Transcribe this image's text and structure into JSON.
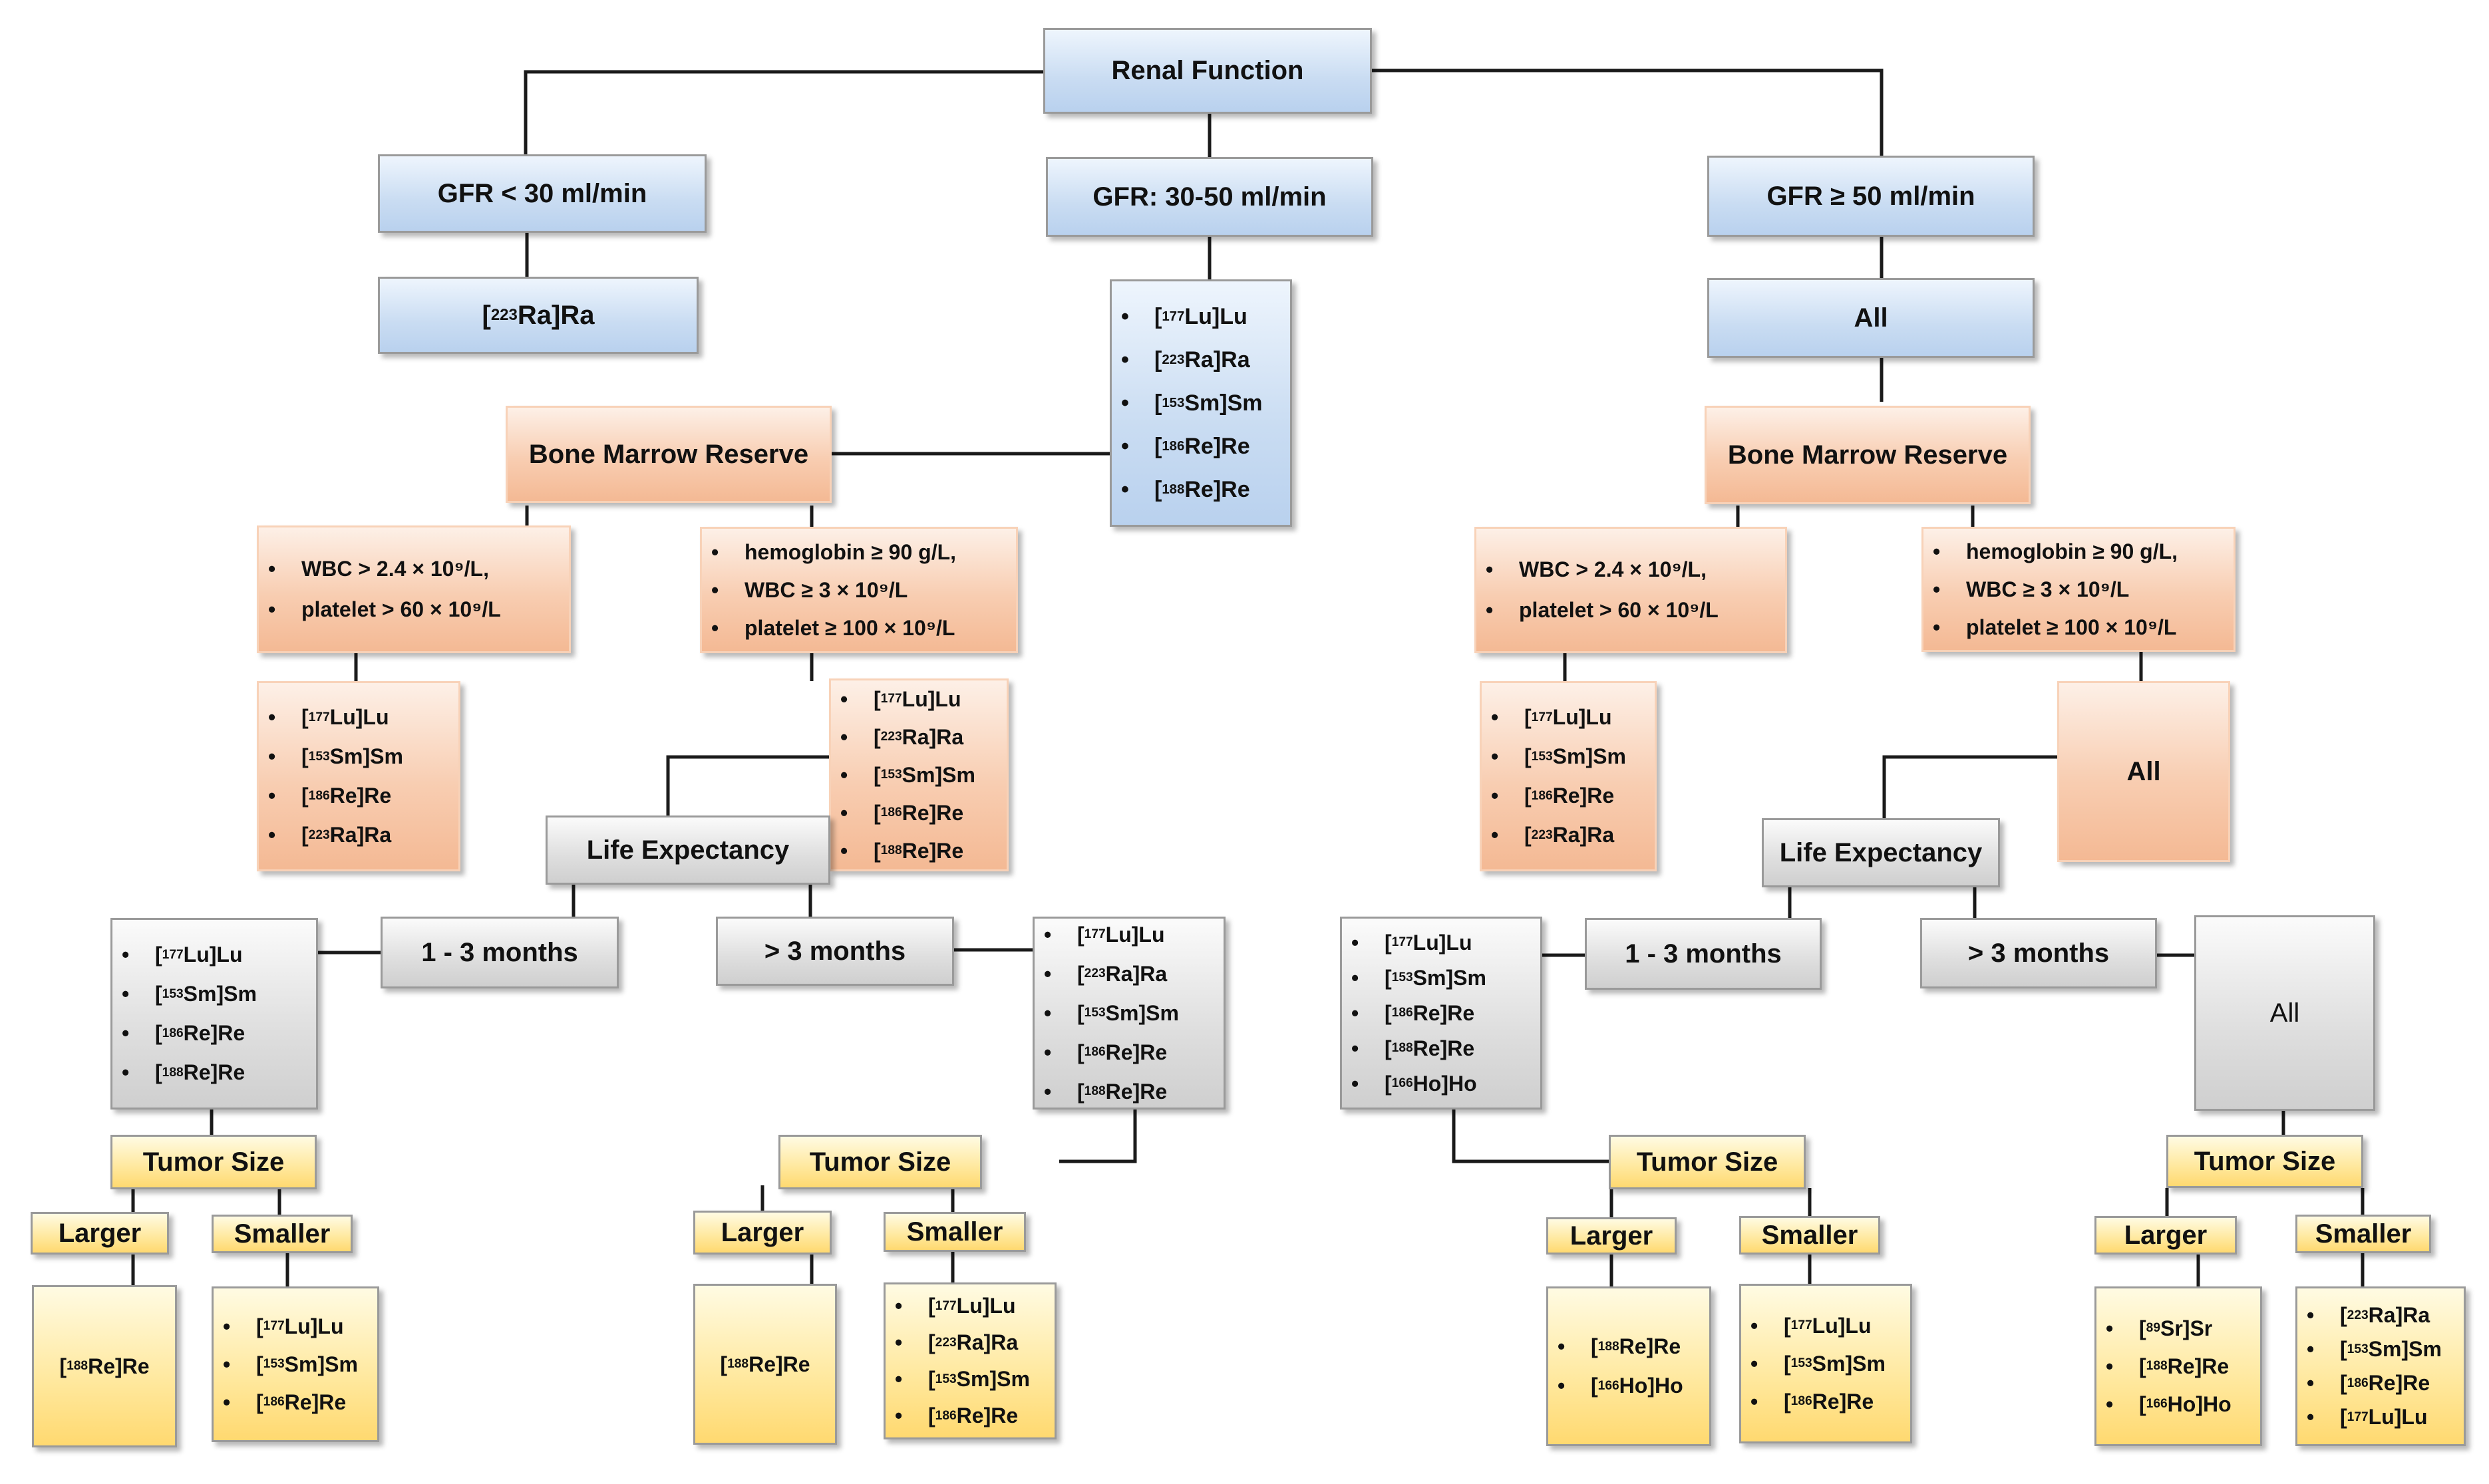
{
  "renal_function": "Renal Function",
  "gfr_low": {
    "label": "GFR < 30 ml/min",
    "agent": {
      "mass": "223",
      "el": "Ra",
      "sym": "Ra"
    }
  },
  "gfr_mid": {
    "label": "GFR: 30-50 ml/min",
    "agents": [
      {
        "mass": "177",
        "el": "Lu",
        "sym": "Lu"
      },
      {
        "mass": "223",
        "el": "Ra",
        "sym": "Ra"
      },
      {
        "mass": "153",
        "el": "Sm",
        "sym": "Sm"
      },
      {
        "mass": "186",
        "el": "Re",
        "sym": "Re"
      },
      {
        "mass": "188",
        "el": "Re",
        "sym": "Re"
      }
    ],
    "bone_marrow": {
      "title": "Bone Marrow Reserve",
      "low": {
        "criteria": [
          "WBC > 2.4 × 10⁹/L,",
          "platelet > 60 × 10⁹/L"
        ],
        "agents": [
          {
            "mass": "177",
            "el": "Lu",
            "sym": "Lu"
          },
          {
            "mass": "153",
            "el": "Sm",
            "sym": "Sm"
          },
          {
            "mass": "186",
            "el": "Re",
            "sym": "Re"
          },
          {
            "mass": "223",
            "el": "Ra",
            "sym": "Ra"
          }
        ]
      },
      "high": {
        "criteria": [
          "hemoglobin ≥ 90 g/L,",
          "WBC ≥ 3 × 10⁹/L",
          "platelet ≥ 100 × 10⁹/L"
        ],
        "agents": [
          {
            "mass": "177",
            "el": "Lu",
            "sym": "Lu"
          },
          {
            "mass": "223",
            "el": "Ra",
            "sym": "Ra"
          },
          {
            "mass": "153",
            "el": "Sm",
            "sym": "Sm"
          },
          {
            "mass": "186",
            "el": "Re",
            "sym": "Re"
          },
          {
            "mass": "188",
            "el": "Re",
            "sym": "Re"
          }
        ]
      }
    },
    "life_expectancy": {
      "title": "Life Expectancy",
      "short": {
        "label": "1 - 3 months",
        "agents": [
          {
            "mass": "177",
            "el": "Lu",
            "sym": "Lu"
          },
          {
            "mass": "153",
            "el": "Sm",
            "sym": "Sm"
          },
          {
            "mass": "186",
            "el": "Re",
            "sym": "Re"
          },
          {
            "mass": "188",
            "el": "Re",
            "sym": "Re"
          }
        ],
        "tumor": {
          "title": "Tumor Size",
          "larger": "Larger",
          "smaller": "Smaller",
          "larger_agents": [
            {
              "mass": "188",
              "el": "Re",
              "sym": "Re"
            }
          ],
          "smaller_agents": [
            {
              "mass": "177",
              "el": "Lu",
              "sym": "Lu"
            },
            {
              "mass": "153",
              "el": "Sm",
              "sym": "Sm"
            },
            {
              "mass": "186",
              "el": "Re",
              "sym": "Re"
            }
          ]
        }
      },
      "long": {
        "label": "> 3 months",
        "agents": [
          {
            "mass": "177",
            "el": "Lu",
            "sym": "Lu"
          },
          {
            "mass": "223",
            "el": "Ra",
            "sym": "Ra"
          },
          {
            "mass": "153",
            "el": "Sm",
            "sym": "Sm"
          },
          {
            "mass": "186",
            "el": "Re",
            "sym": "Re"
          },
          {
            "mass": "188",
            "el": "Re",
            "sym": "Re"
          }
        ],
        "tumor": {
          "title": "Tumor Size",
          "larger": "Larger",
          "smaller": "Smaller",
          "larger_agents": [
            {
              "mass": "188",
              "el": "Re",
              "sym": "Re"
            }
          ],
          "smaller_agents": [
            {
              "mass": "177",
              "el": "Lu",
              "sym": "Lu"
            },
            {
              "mass": "223",
              "el": "Ra",
              "sym": "Ra"
            },
            {
              "mass": "153",
              "el": "Sm",
              "sym": "Sm"
            },
            {
              "mass": "186",
              "el": "Re",
              "sym": "Re"
            }
          ]
        }
      }
    }
  },
  "gfr_high": {
    "label": "GFR ≥ 50 ml/min",
    "all": "All",
    "bone_marrow": {
      "title": "Bone Marrow Reserve",
      "low": {
        "criteria": [
          "WBC > 2.4 × 10⁹/L,",
          "platelet > 60 × 10⁹/L"
        ],
        "agents": [
          {
            "mass": "177",
            "el": "Lu",
            "sym": "Lu"
          },
          {
            "mass": "153",
            "el": "Sm",
            "sym": "Sm"
          },
          {
            "mass": "186",
            "el": "Re",
            "sym": "Re"
          },
          {
            "mass": "223",
            "el": "Ra",
            "sym": "Ra"
          }
        ]
      },
      "high": {
        "criteria": [
          "hemoglobin ≥ 90 g/L,",
          "WBC ≥ 3 × 10⁹/L",
          "platelet ≥ 100 × 10⁹/L"
        ],
        "all": "All"
      }
    },
    "life_expectancy": {
      "title": "Life Expectancy",
      "short": {
        "label": "1 - 3 months",
        "agents": [
          {
            "mass": "177",
            "el": "Lu",
            "sym": "Lu"
          },
          {
            "mass": "153",
            "el": "Sm",
            "sym": "Sm"
          },
          {
            "mass": "186",
            "el": "Re",
            "sym": "Re"
          },
          {
            "mass": "188",
            "el": "Re",
            "sym": "Re"
          },
          {
            "mass": "166",
            "el": "Ho",
            "sym": "Ho"
          }
        ],
        "tumor": {
          "title": "Tumor Size",
          "larger": "Larger",
          "smaller": "Smaller",
          "larger_agents": [
            {
              "mass": "188",
              "el": "Re",
              "sym": "Re"
            },
            {
              "mass": "166",
              "el": "Ho",
              "sym": "Ho"
            }
          ],
          "smaller_agents": [
            {
              "mass": "177",
              "el": "Lu",
              "sym": "Lu"
            },
            {
              "mass": "153",
              "el": "Sm",
              "sym": "Sm"
            },
            {
              "mass": "186",
              "el": "Re",
              "sym": "Re"
            }
          ]
        }
      },
      "long": {
        "label": "> 3 months",
        "all": "All",
        "tumor": {
          "title": "Tumor Size",
          "larger": "Larger",
          "smaller": "Smaller",
          "larger_agents": [
            {
              "mass": "89",
              "el": "Sr",
              "sym": "Sr"
            },
            {
              "mass": "188",
              "el": "Re",
              "sym": "Re"
            },
            {
              "mass": "166",
              "el": "Ho",
              "sym": "Ho"
            }
          ],
          "smaller_agents": [
            {
              "mass": "223",
              "el": "Ra",
              "sym": "Ra"
            },
            {
              "mass": "153",
              "el": "Sm",
              "sym": "Sm"
            },
            {
              "mass": "186",
              "el": "Re",
              "sym": "Re"
            },
            {
              "mass": "177",
              "el": "Lu",
              "sym": "Lu"
            }
          ]
        }
      }
    }
  },
  "colors": {
    "line": "#1a1a1a",
    "blue": "#c9dcf2",
    "orange": "#f8cdb1",
    "gray": "#dedede",
    "yellow": "#ffe89d"
  }
}
